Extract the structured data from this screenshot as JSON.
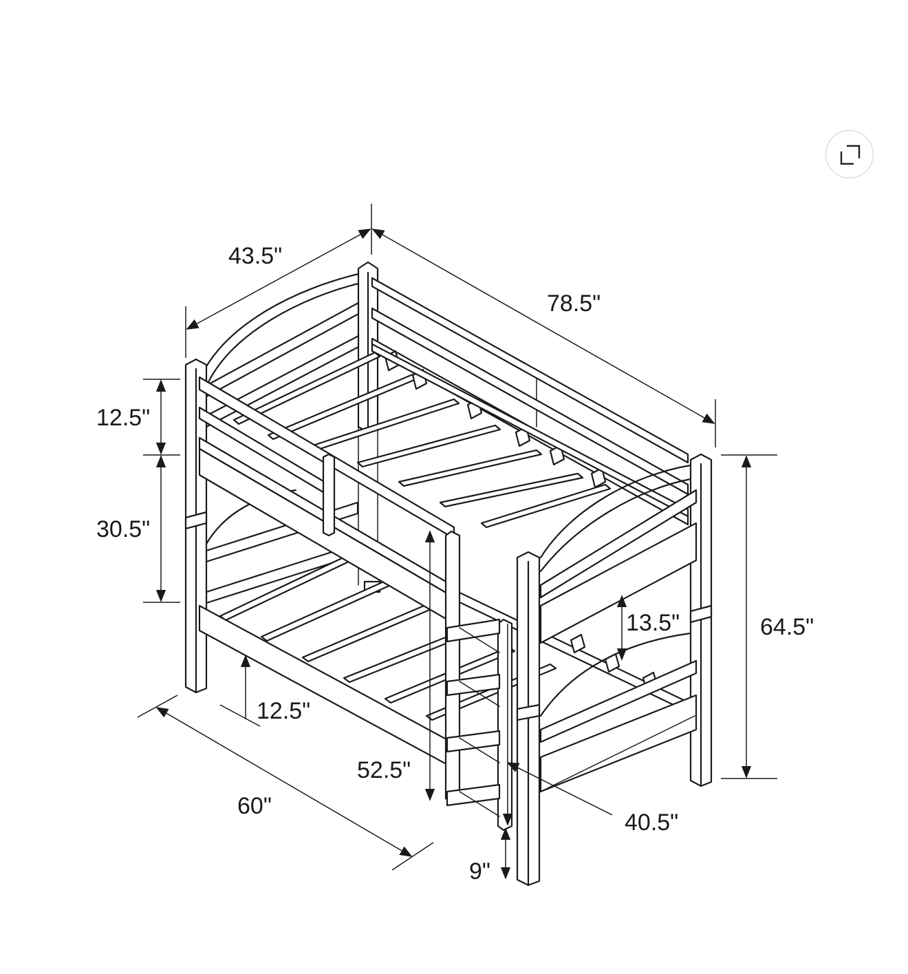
{
  "controls": {
    "expand_icon": "expand-icon"
  },
  "dimensions": {
    "overall_width": "43.5\"",
    "overall_length": "78.5\"",
    "top_guardrail_height": "12.5\"",
    "lower_post_section": "30.5\"",
    "overall_height": "64.5\"",
    "under_bed_clearance": "12.5\"",
    "between_bunks": "13.5\"",
    "footprint_width": "60\"",
    "ladder_height": "52.5\"",
    "ladder_length": "40.5\"",
    "ladder_floor_gap": "9\""
  }
}
